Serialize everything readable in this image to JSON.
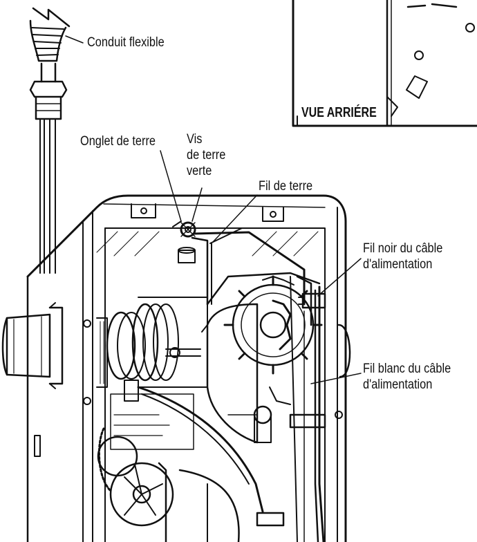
{
  "labels": {
    "conduit": "Conduit flexible",
    "ground_tab": "Onglet de terre",
    "green_screw": [
      "Vis",
      "de terre",
      "verte"
    ],
    "ground_wire": "Fil de terre",
    "black_wire": [
      "Fil noir du câble",
      "d'alimentation"
    ],
    "white_wire": [
      "Fil blanc du câble",
      "d'alimentation"
    ]
  },
  "inset": {
    "title": "VUE ARRIÉRE"
  }
}
